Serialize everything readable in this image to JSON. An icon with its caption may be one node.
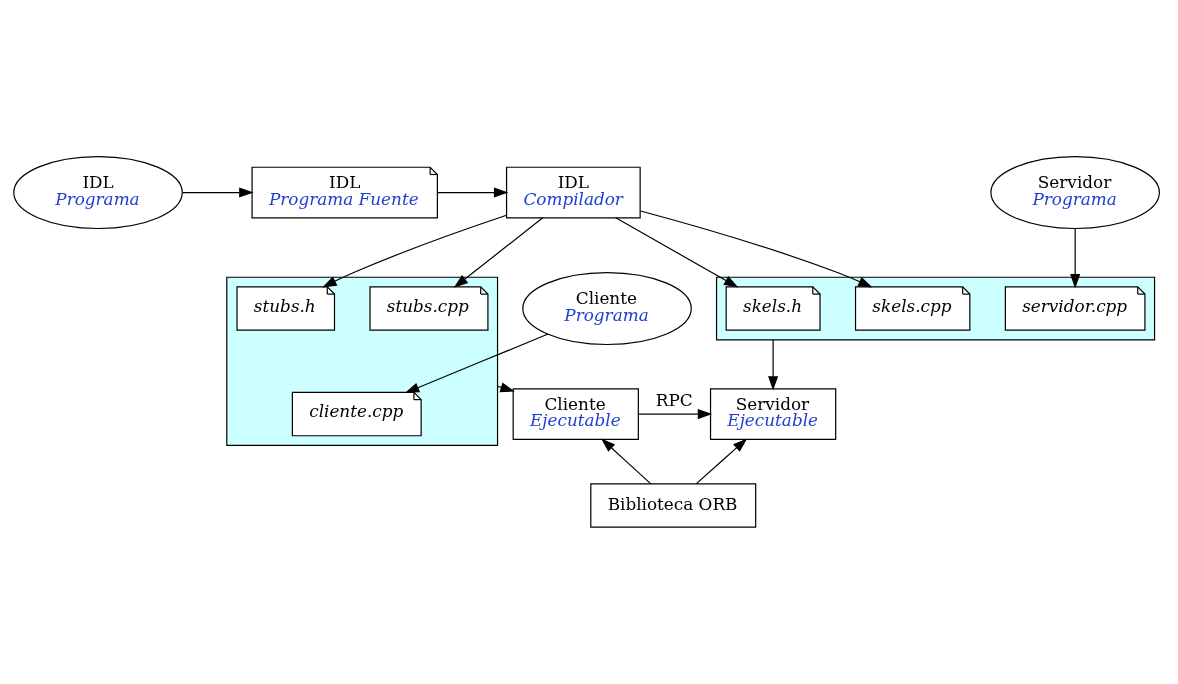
{
  "diagram": {
    "nodes": [
      {
        "text": [
          "IDL",
          "Programa"
        ]
      },
      {
        "text": [
          "IDL",
          "Programa Fuente"
        ]
      },
      {
        "text": [
          "IDL",
          "Compilador"
        ]
      },
      {
        "text": [
          "Servidor",
          "Programa"
        ]
      },
      {
        "text": [],
        "shape": "box"
      },
      {
        "text": [
          "stubs.h"
        ],
        "in": 4
      },
      {
        "text": [
          "stubs.cpp"
        ],
        "in": 4
      },
      {
        "text": [],
        "shape": "box"
      },
      {
        "text": [
          "skels.h"
        ],
        "in": 7
      },
      {
        "text": [
          "skels.cpp"
        ],
        "in": 7
      },
      {
        "text": [
          "servidor.cpp"
        ],
        "in": 7
      },
      {
        "text": [
          "Cliente",
          "Programa"
        ]
      },
      {
        "text": [
          "cliente.cpp"
        ],
        "in": 4
      },
      {
        "text": [
          "Cliente",
          "Ejecutable"
        ]
      },
      {
        "text": [
          "Servidor",
          "Ejecutable"
        ]
      },
      {
        "text": [
          "Biblioteca ORB"
        ]
      }
    ],
    "edges": [
      {
        "from": 0,
        "to": 1,
        "arrow": "to"
      },
      {
        "from": 1,
        "to": 2,
        "arrow": "to"
      },
      {
        "from": 2,
        "to": 5,
        "arrow": "to"
      },
      {
        "from": 2,
        "to": 6,
        "arrow": "to"
      },
      {
        "from": 2,
        "to": 8,
        "arrow": "to"
      },
      {
        "from": 2,
        "to": 9,
        "arrow": "to"
      },
      {
        "from": 3,
        "to": 10,
        "arrow": "to"
      },
      {
        "from": 11,
        "to": 12,
        "arrow": "to"
      },
      {
        "from": 4,
        "to": 13,
        "arrow": "to"
      },
      {
        "from": 7,
        "to": 14,
        "arrow": "to"
      },
      {
        "from": 13,
        "to": 14,
        "arrow": "to",
        "label": "RPC"
      },
      {
        "from": 15,
        "to": 13,
        "arrow": "to"
      },
      {
        "from": 15,
        "to": 14,
        "arrow": "to"
      }
    ]
  }
}
